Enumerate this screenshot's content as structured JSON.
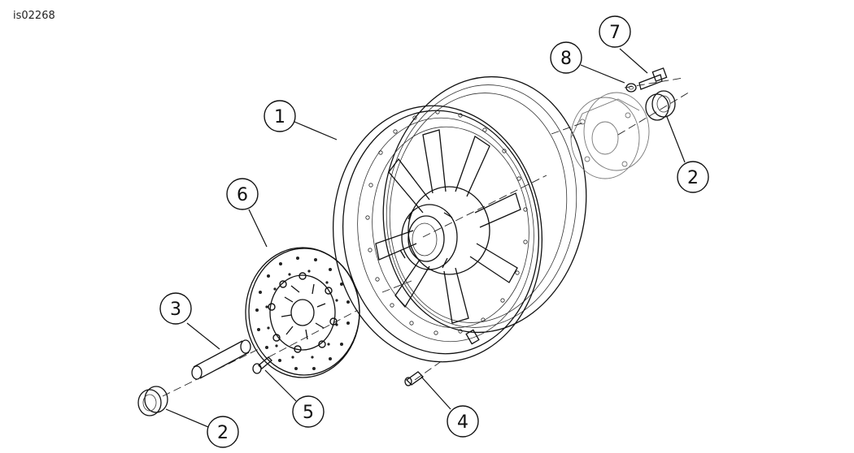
{
  "drawing_id": "is02268",
  "callouts": [
    {
      "label": "1"
    },
    {
      "label": "2"
    },
    {
      "label": "3"
    },
    {
      "label": "2"
    },
    {
      "label": "4"
    },
    {
      "label": "5"
    },
    {
      "label": "6"
    },
    {
      "label": "7"
    },
    {
      "label": "8"
    }
  ]
}
